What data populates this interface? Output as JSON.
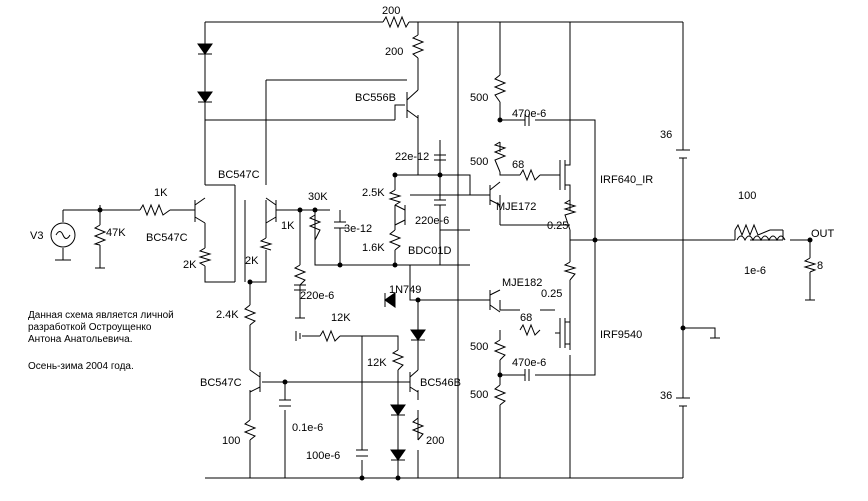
{
  "colors": {
    "wire": "#000000",
    "background": "#ffffff"
  },
  "icons": [
    "resistor-icon",
    "diode-icon",
    "capacitor-icon",
    "transistor-icon",
    "mosfet-icon",
    "ac-source-icon",
    "inductor-icon",
    "ground-icon",
    "battery-icon"
  ],
  "labels": {
    "r_top_200a": "200",
    "r_top_200b": "200",
    "r_500_top": "500",
    "c_470_top": "470e-6",
    "q_bc556b": "BC556B",
    "c_22e12": "22e-12",
    "r_500_mid": "500",
    "r_68_top": "68",
    "q_bc547c_top": "BC547C",
    "r_1k_in": "1K",
    "r_30k": "30K",
    "r_2_5k": "2.5K",
    "r_1k_fb": "1K",
    "c_3e12": "3e-12",
    "q_mje172": "MJE172",
    "c_220e6_top": "220e-6",
    "r_0_25_top": "0.25",
    "q_irf640": "IRF640_IR",
    "v_36_top": "36",
    "r_100_out": "100",
    "out": "OUT",
    "v3": "V3",
    "r_47k": "47K",
    "q_bc547c_diff": "BC547C",
    "r_1_6k": "1.6K",
    "q_bdc01d": "BDC01D",
    "r_2k_left": "2K",
    "r_2k_right": "2K",
    "l_1e6": "1e-6",
    "r_8": "8",
    "c_220e6_bot": "220e-6",
    "d_1n749": "1N749",
    "q_mje182": "MJE182",
    "r_0_25_bot": "0.25",
    "r_2_4k": "2.4K",
    "r_12k_a": "12K",
    "r_68_bot": "68",
    "q_irf9540": "IRF9540",
    "r_12k_b": "12K",
    "r_500_low": "500",
    "c_470_bot": "470e-6",
    "q_bc547c_low": "BC547C",
    "q_bc546b": "BC546B",
    "r_500_bot": "500",
    "v_36_bot": "36",
    "c_01e6": "0.1e-6",
    "r_100_low": "100",
    "c_100e6": "100e-6",
    "r_200_low": "200"
  },
  "note": {
    "line1": "Данная схема является личной",
    "line2": "разработкой Остроущенко",
    "line3": "Антона Анатольевича.",
    "line4": "Осень-зима 2004 года."
  }
}
